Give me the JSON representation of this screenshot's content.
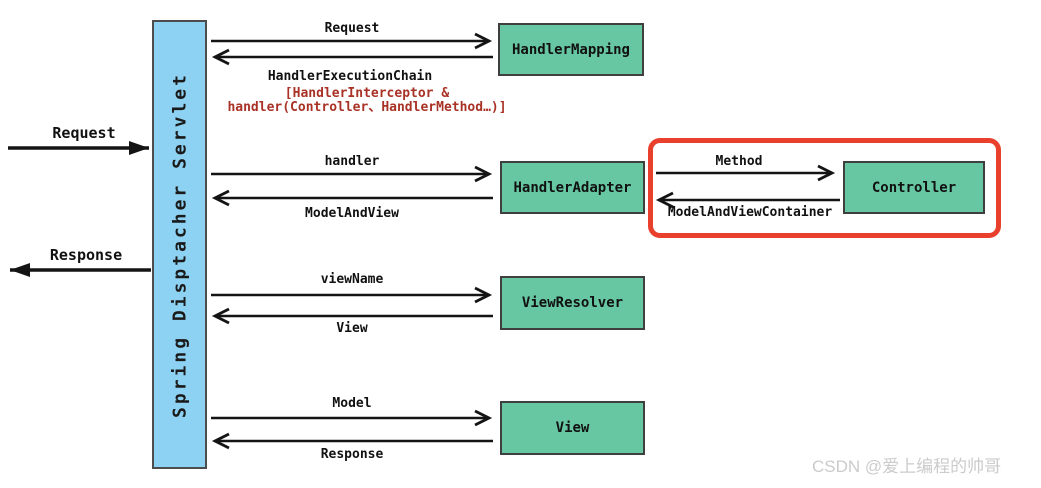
{
  "servlet": {
    "label": "Spring Disptacher Servlet"
  },
  "nodes": {
    "handler_mapping": "HandlerMapping",
    "handler_adapter": "HandlerAdapter",
    "view_resolver": "ViewResolver",
    "view": "View",
    "controller": "Controller"
  },
  "edges": {
    "client_request": "Request",
    "client_response": "Response",
    "servlet_to_handler_mapping": "Request",
    "handler_mapping_to_servlet": "HandlerExecutionChain",
    "chain_note_line1": "[HandlerInterceptor &",
    "chain_note_line2": "handler(Controller、HandlerMethod…)]",
    "servlet_to_handler_adapter": "handler",
    "handler_adapter_to_servlet": "ModelAndView",
    "adapter_to_controller": "Method",
    "controller_to_adapter": "ModelAndViewContainer",
    "servlet_to_view_resolver": "viewName",
    "view_resolver_to_servlet": "View",
    "servlet_to_view": "Model",
    "view_to_servlet": "Response"
  },
  "colors": {
    "node_fill": "#66c7a2",
    "servlet_fill": "#8dd2f2",
    "highlight_border": "#e8402c",
    "note_text": "#a93226",
    "arrow": "#141414",
    "watermark_text": "#cbcbcb"
  },
  "watermark": "CSDN @爱上编程的帅哥"
}
